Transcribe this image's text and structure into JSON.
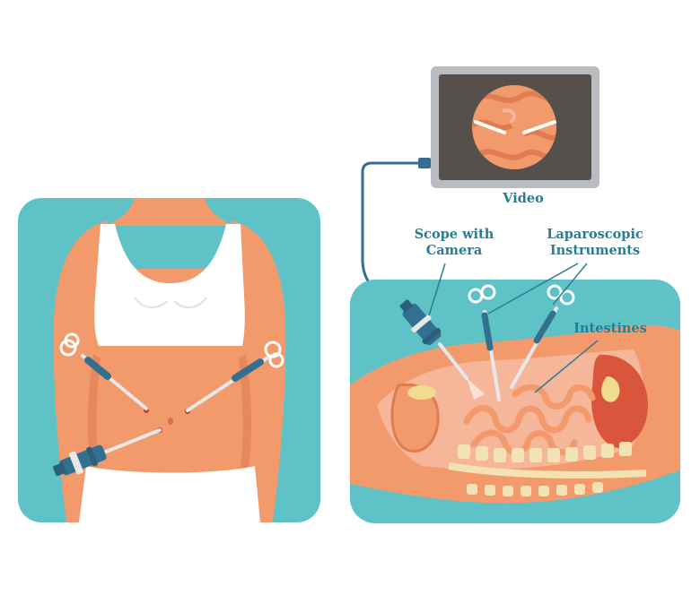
{
  "labels": {
    "video": "Video",
    "scope_line1": "Scope with",
    "scope_line2": "Camera",
    "instruments_line1": "Laparoscopic",
    "instruments_line2": "Instruments",
    "intestines": "Intestines"
  },
  "colors": {
    "teal": "#5fc2c7",
    "skin": "#f29a6c",
    "skin_dark": "#e07c52",
    "tissue": "#f6b69a",
    "instrument_blue": "#33708f",
    "label_text": "#2b7c93",
    "monitor_frame": "#b9bcc0",
    "screen": "#55504b",
    "organ_red": "#d9553c",
    "spine": "#f3e2b3"
  }
}
